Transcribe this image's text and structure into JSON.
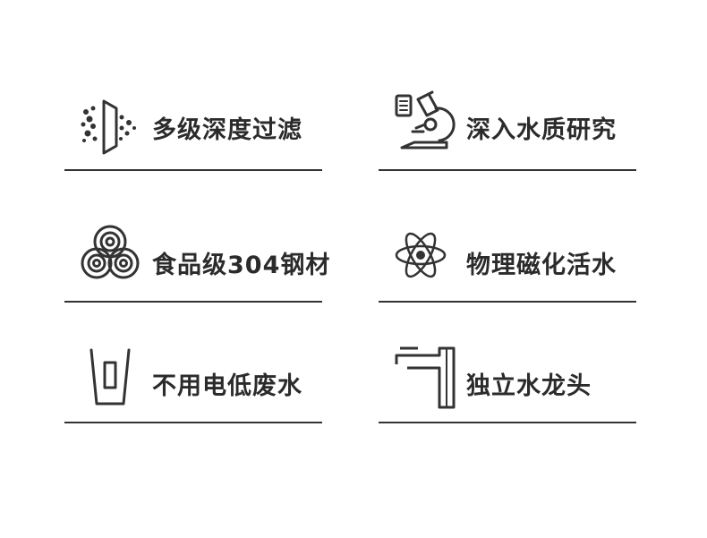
{
  "features": [
    {
      "label": "多级深度过滤",
      "icon": "multi-stage-filter-icon"
    },
    {
      "label": "深入水质研究",
      "icon": "microscope-icon"
    },
    {
      "label": "食品级304钢材",
      "icon": "steel-coils-icon"
    },
    {
      "label": "物理磁化活水",
      "icon": "atom-icon"
    },
    {
      "label": "不用电低废水",
      "icon": "cup-zero-icon"
    },
    {
      "label": "独立水龙头",
      "icon": "faucet-icon"
    }
  ]
}
